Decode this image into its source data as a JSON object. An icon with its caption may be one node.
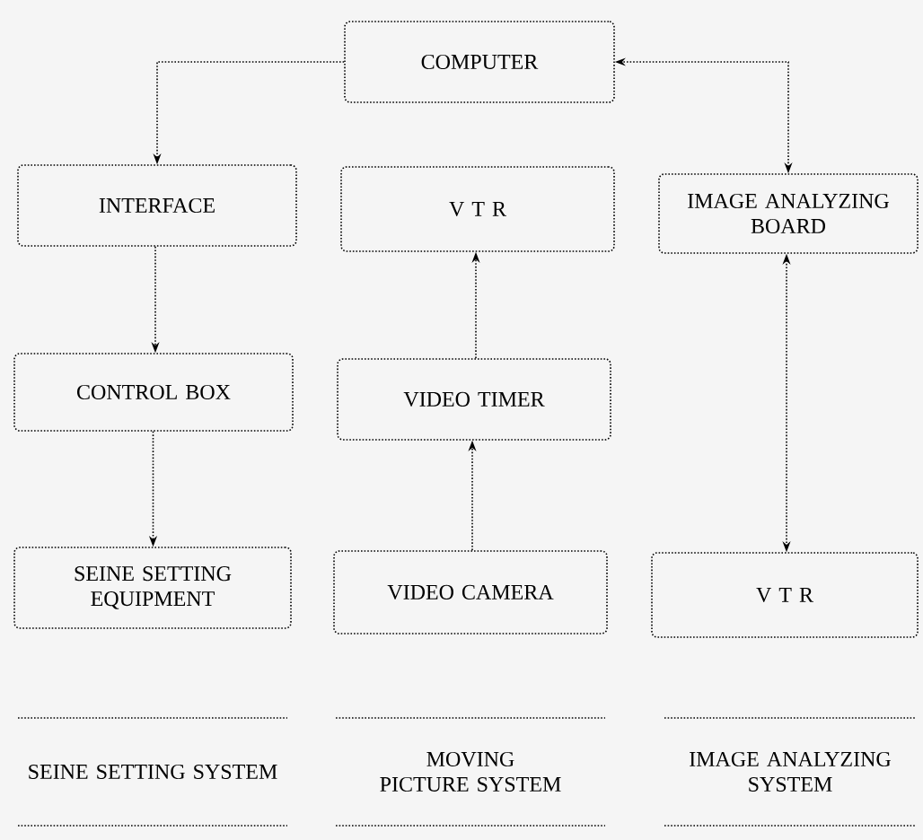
{
  "diagram": {
    "nodes": [
      {
        "text": [
          "COMPUTER"
        ]
      },
      {
        "text": [
          "INTERFACE"
        ]
      },
      {
        "text": [
          "V T R"
        ]
      },
      {
        "text": [
          "IMAGE ANALYZING BOARD"
        ]
      },
      {
        "text": [
          "CONTROL BOX"
        ]
      },
      {
        "text": [
          "VIDEO TIMER"
        ]
      },
      {
        "text": [
          "SEINE SETTING EQUIPMENT"
        ]
      },
      {
        "text": [
          "VIDEO CAMERA"
        ]
      },
      {
        "text": [
          "V T R"
        ]
      }
    ],
    "edges": [
      {
        "from": 0,
        "to": 1,
        "arrow": "to"
      },
      {
        "from": 3,
        "to": 0,
        "arrow": "both"
      },
      {
        "from": 1,
        "to": 4,
        "arrow": "to"
      },
      {
        "from": 4,
        "to": 6,
        "arrow": "to"
      },
      {
        "from": 5,
        "to": 2,
        "arrow": "to"
      },
      {
        "from": 7,
        "to": 5,
        "arrow": "to"
      },
      {
        "from": 3,
        "to": 8,
        "arrow": "both"
      }
    ],
    "labels": [
      "SEINE SETTING SYSTEM",
      "MOVING PICTURE SYSTEM",
      "IMAGE ANALYZING SYSTEM"
    ]
  }
}
